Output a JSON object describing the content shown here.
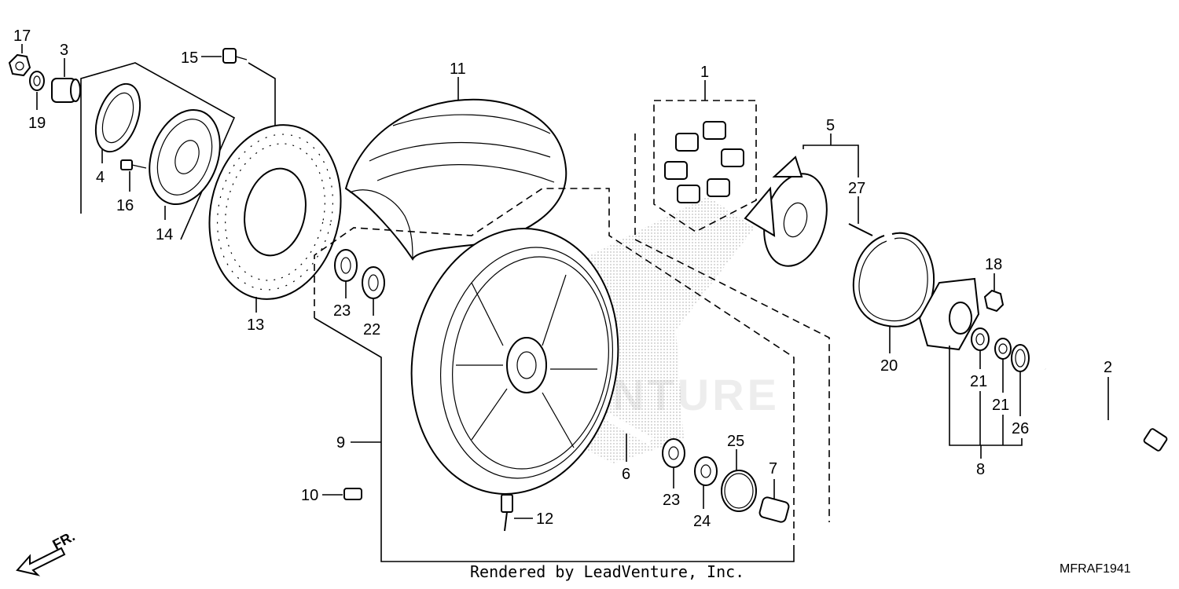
{
  "diagram": {
    "credit": "Rendered by LeadVenture, Inc.",
    "code": "MFRAF1941",
    "direction_label": "FR.",
    "watermark": "LEADVENTURE",
    "callouts": [
      "1",
      "2",
      "3",
      "4",
      "5",
      "6",
      "7",
      "8",
      "9",
      "10",
      "11",
      "12",
      "13",
      "14",
      "15",
      "16",
      "17",
      "18",
      "19",
      "20",
      "21",
      "21",
      "22",
      "23",
      "23",
      "24",
      "25",
      "26",
      "27"
    ]
  }
}
